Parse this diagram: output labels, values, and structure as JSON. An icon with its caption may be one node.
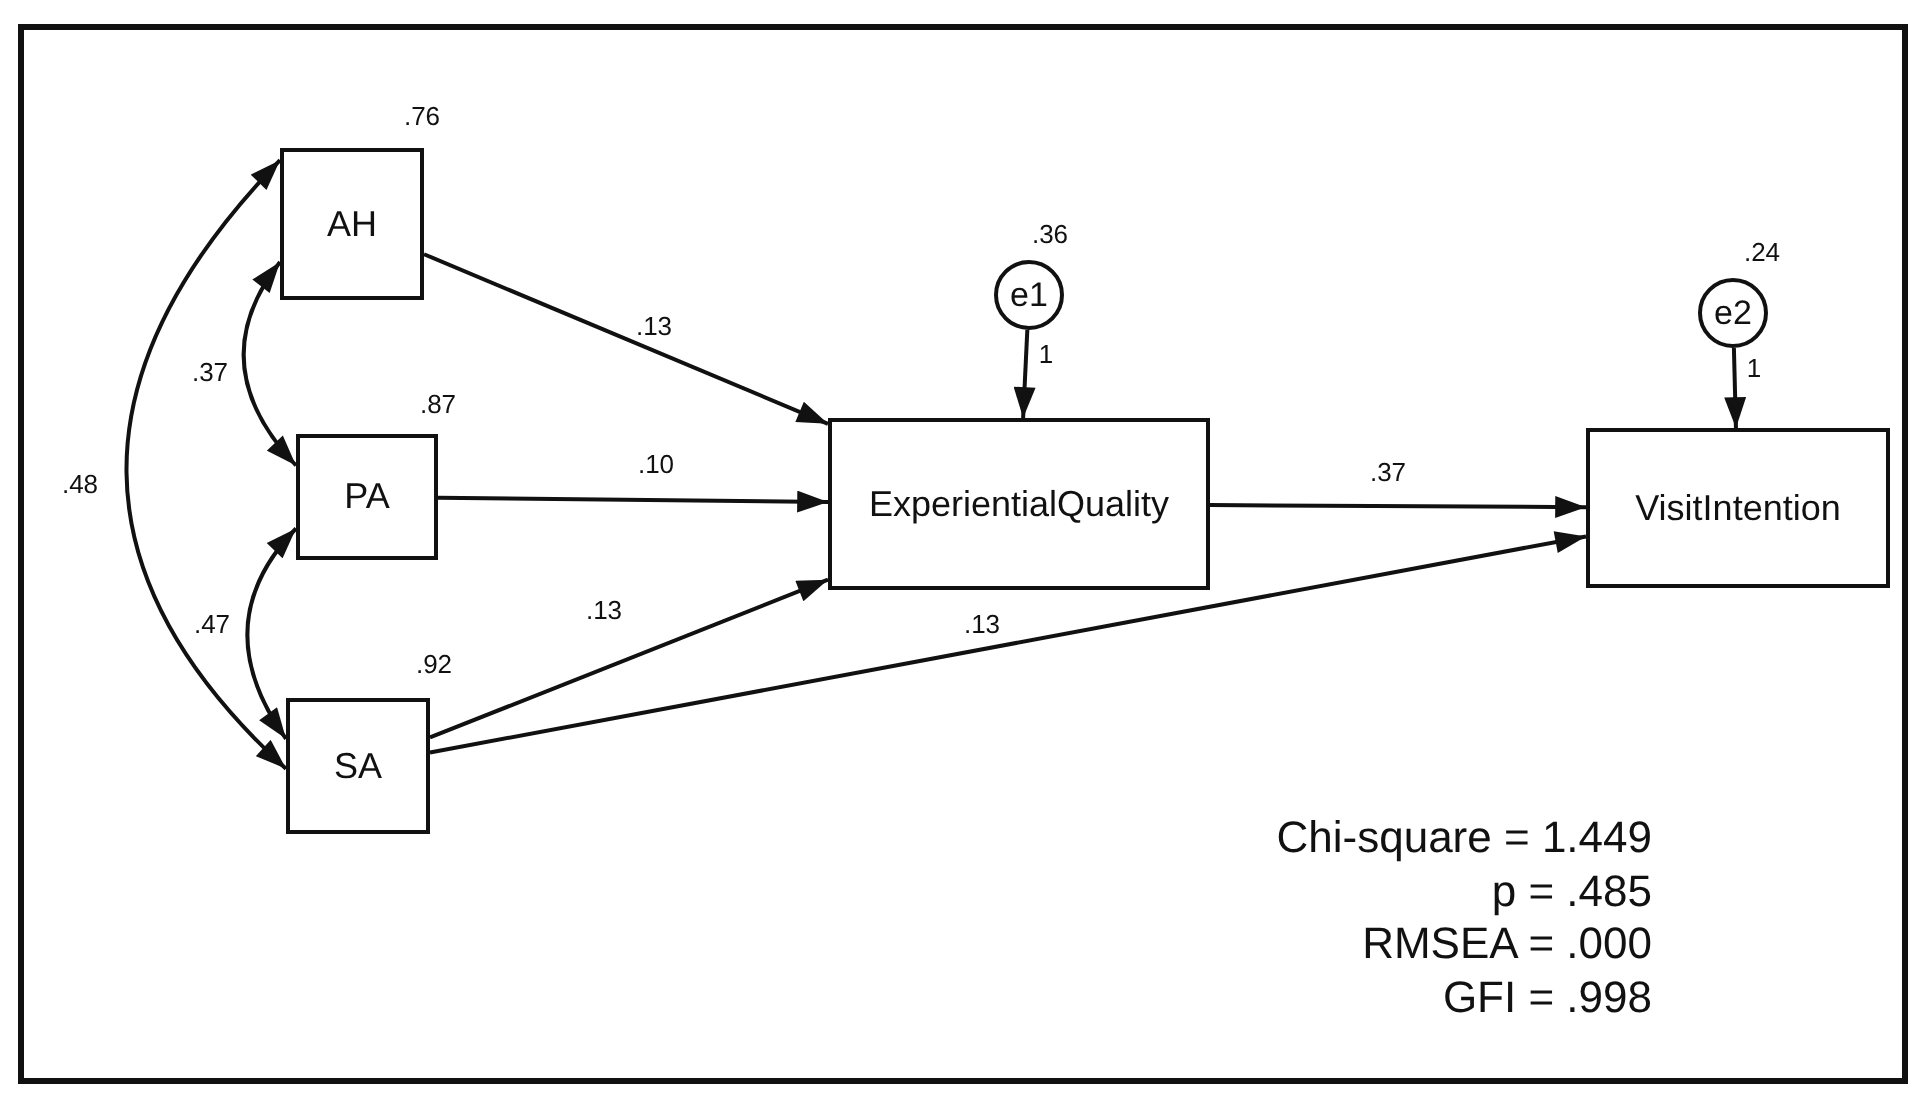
{
  "diagram": {
    "nodes": [
      {
        "text": [
          "AH"
        ],
        "beside": [
          ".76"
        ]
      },
      {
        "text": [
          "PA"
        ],
        "beside": [
          ".87"
        ]
      },
      {
        "text": [
          "SA"
        ],
        "beside": [
          ".92"
        ]
      },
      {
        "text": [
          "ExperientialQuality"
        ]
      },
      {
        "text": [
          "VisitIntention"
        ]
      },
      {
        "text": [
          "e1"
        ],
        "beside": [
          ".36"
        ]
      },
      {
        "text": [
          "e2"
        ],
        "beside": [
          ".24"
        ]
      }
    ],
    "edges": [
      {
        "from": 0,
        "to": 3,
        "arrow": "to",
        "label": ".13"
      },
      {
        "from": 1,
        "to": 3,
        "arrow": "to",
        "label": ".10"
      },
      {
        "from": 2,
        "to": 3,
        "arrow": "to",
        "label": ".13"
      },
      {
        "from": 2,
        "to": 4,
        "arrow": "to",
        "label": ".13"
      },
      {
        "from": 3,
        "to": 4,
        "arrow": "to",
        "label": ".37"
      },
      {
        "from": 5,
        "to": 3,
        "arrow": "to",
        "label": "1"
      },
      {
        "from": 6,
        "to": 4,
        "arrow": "to",
        "label": "1"
      },
      {
        "from": 0,
        "to": 1,
        "arrow": "both",
        "label": ".37"
      },
      {
        "from": 1,
        "to": 2,
        "arrow": "both",
        "label": ".47"
      },
      {
        "from": 0,
        "to": 2,
        "arrow": "both",
        "label": ".48"
      }
    ],
    "labels": [
      "Chi-square = 1.449",
      "p = .485",
      "RMSEA = .000",
      "GFI = .998"
    ]
  }
}
